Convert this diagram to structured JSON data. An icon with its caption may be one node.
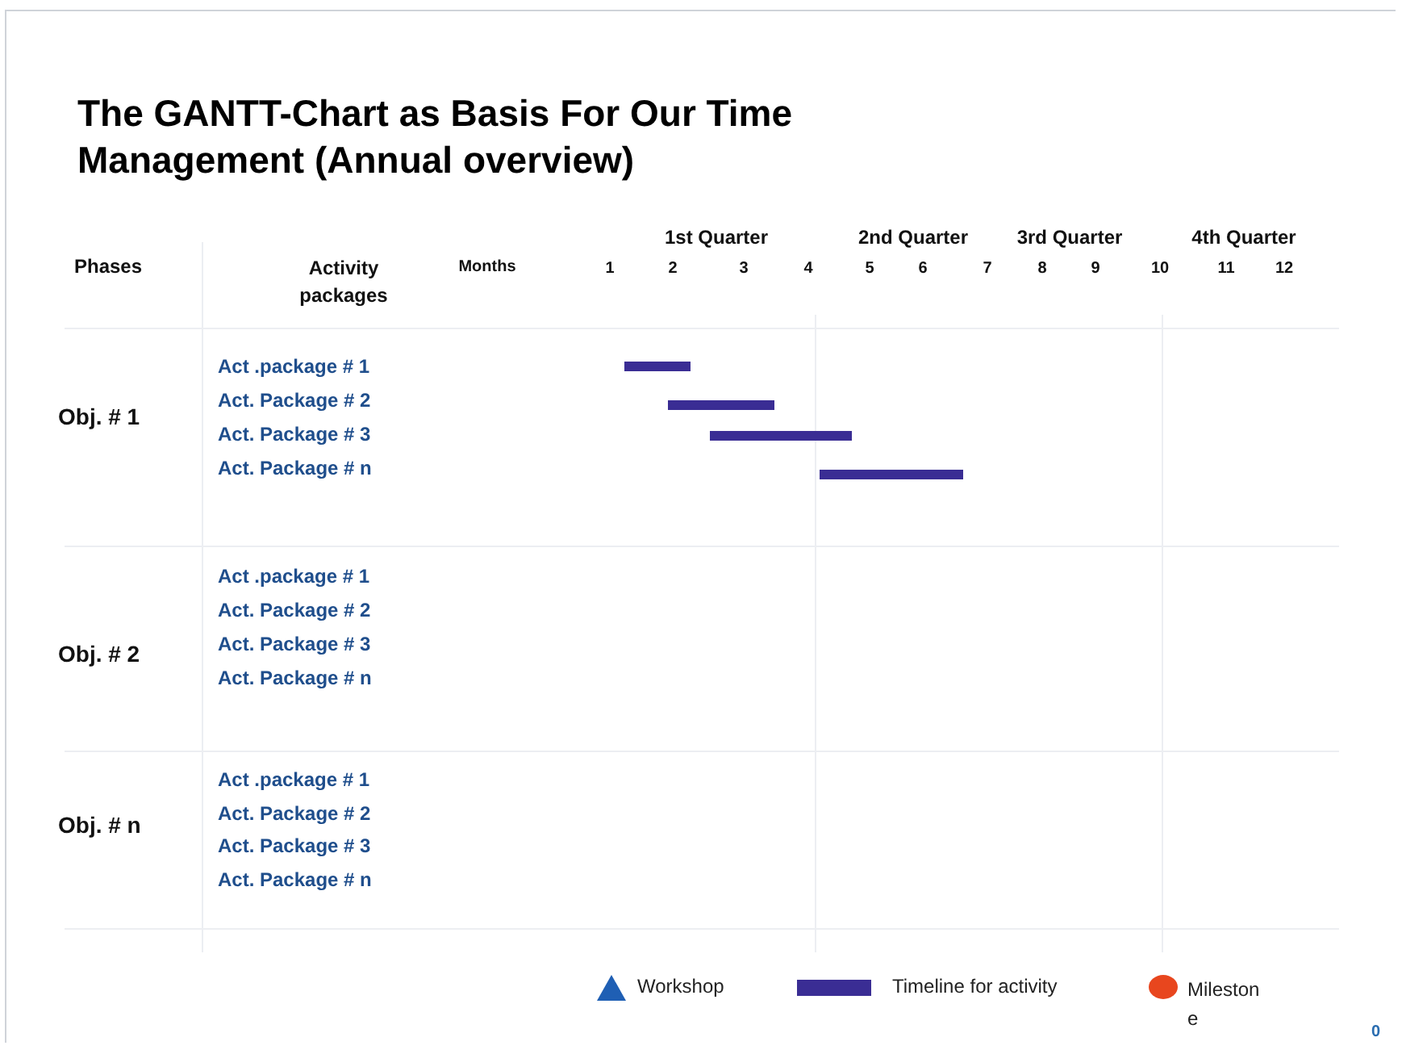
{
  "diagram": {
    "title": "The GANTT-Chart as Basis For Our Time Management (Annual overview)",
    "nodes": [
      {
        "text": [],
        "shape": "bar"
      },
      {
        "text": [],
        "shape": "bar"
      },
      {
        "text": [],
        "shape": "bar"
      },
      {
        "text": [],
        "shape": "bar"
      }
    ],
    "labels": [
      "1st Quarter",
      "2nd Quarter",
      "3rd Quarter",
      "4th Quarter",
      "Phases",
      "Activity packages",
      "Months",
      "1",
      "2",
      "3",
      "4",
      "5",
      "6",
      "7",
      "8",
      "9",
      "10",
      "11",
      "12",
      "Obj. # 1",
      "Act .package # 1",
      "Act. Package # 2",
      "Act. Package # 3",
      "Act. Package # n",
      "Obj. # 2",
      "Act .package # 1",
      "Act. Package # 2",
      "Act. Package # 3",
      "Act. Package # n",
      "Obj. # n",
      "Act .package # 1",
      "Act. Package # 2",
      "Act. Package # 3",
      "Act. Package # n",
      "0"
    ],
    "legend": [
      {
        "text": "Workshop",
        "color": "#1f5fb4"
      },
      {
        "text": "Timeline for activity",
        "color": "#3a2d94"
      },
      {
        "text": "Mileston e",
        "color": "#e8461e"
      }
    ]
  }
}
